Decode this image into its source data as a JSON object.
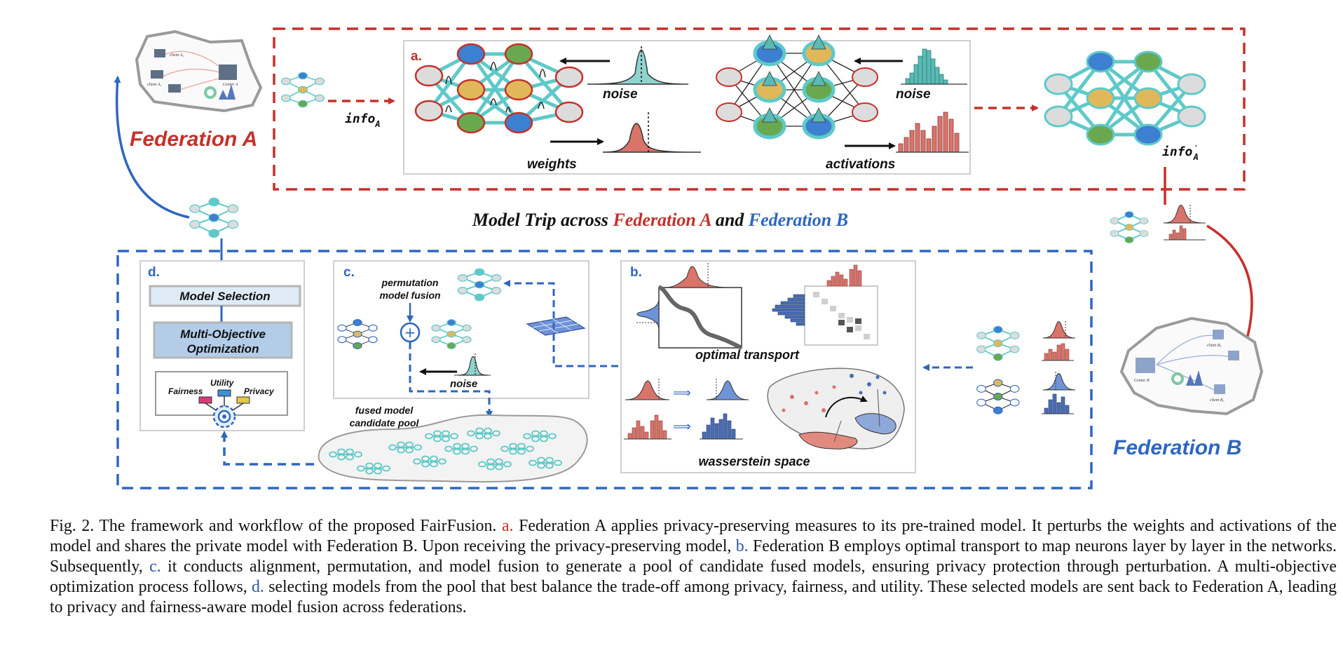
{
  "colors": {
    "red": "#c6302a",
    "blue": "#2f66bf",
    "teal": "#5fc9c9",
    "gray_node": "#dcdcdc",
    "yellow_node": "#e0b85a",
    "green_node": "#6aa84f",
    "blue_node": "#3d7fd1",
    "hist_red": "#d9746a",
    "hist_blue": "#4a6eb5",
    "noise_teal": "#5bbab3"
  },
  "federation_a": {
    "label": "Federation A"
  },
  "federation_b": {
    "label": "Federation B"
  },
  "info_a": {
    "base": "info",
    "sub": "A"
  },
  "info_a_prime": {
    "base": "info",
    "prime": "′",
    "sub": "A"
  },
  "title": {
    "prefix": "Model Trip across ",
    "fed_a": "Federation A",
    "middle": " and ",
    "fed_b": "Federation B"
  },
  "panel_a": {
    "letter": "a.",
    "noise_label": "noise",
    "weights_label": "weights",
    "noise_label_2": "noise",
    "activations_label": "activations"
  },
  "panel_b": {
    "letter": "b.",
    "optimal_transport": "optimal transport",
    "wasserstein_space": "wasserstein space"
  },
  "panel_c": {
    "letter": "c.",
    "perm_line1": "permutation",
    "perm_line2": "model fusion",
    "noise_label": "noise",
    "pool_line1": "fused model",
    "pool_line2": "candidate pool"
  },
  "panel_d": {
    "letter": "d.",
    "model_selection": "Model Selection",
    "moo_line1": "Multi-Objective",
    "moo_line2": "Optimization",
    "fairness": "Fairness",
    "utility": "Utility",
    "privacy": "Privacy"
  },
  "map_a_labels": {
    "client_a1": "client A₁",
    "client_a2": "client A₂",
    "center": "Center A"
  },
  "map_b_labels": {
    "client_b1": "client B₁",
    "client_b2": "client B₂",
    "center": "Center B"
  },
  "caption": {
    "prefix": "Fig. 2.  The framework and workflow of the proposed FairFusion. ",
    "a_ref": "a.",
    "part1": " Federation A applies privacy-preserving measures to its pre-trained model. It perturbs the weights and activations of the model and shares the private model with Federation B. Upon receiving the privacy-preserving model, ",
    "b_ref": "b.",
    "part2": " Federation B employs optimal transport to map neurons layer by layer in the networks. Subsequently, ",
    "c_ref": "c.",
    "part3": " it conducts alignment, permutation, and model fusion to generate a pool of candidate fused models, ensuring privacy protection through perturbation. A multi-objective optimization process follows, ",
    "d_ref": "d.",
    "part4": " selecting models from the pool that best balance the trade-off among privacy, fairness, and utility. These selected models are sent back to Federation A, leading to privacy and fairness-aware model fusion across federations."
  }
}
